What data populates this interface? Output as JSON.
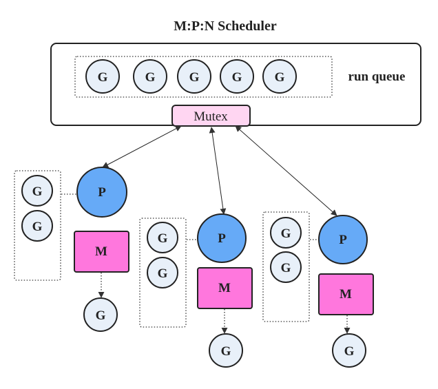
{
  "title": "M:P:N Scheduler",
  "run_queue_label": "run queue",
  "mutex_label": "Mutex",
  "g_label": "G",
  "p_label": "P",
  "m_label": "M",
  "colors": {
    "g_fill": "#e8f0f9",
    "p_fill": "#66aaf7",
    "m_fill": "#ff77dd",
    "mutex_fill": "#ffd6f2",
    "stroke": "#222222"
  }
}
